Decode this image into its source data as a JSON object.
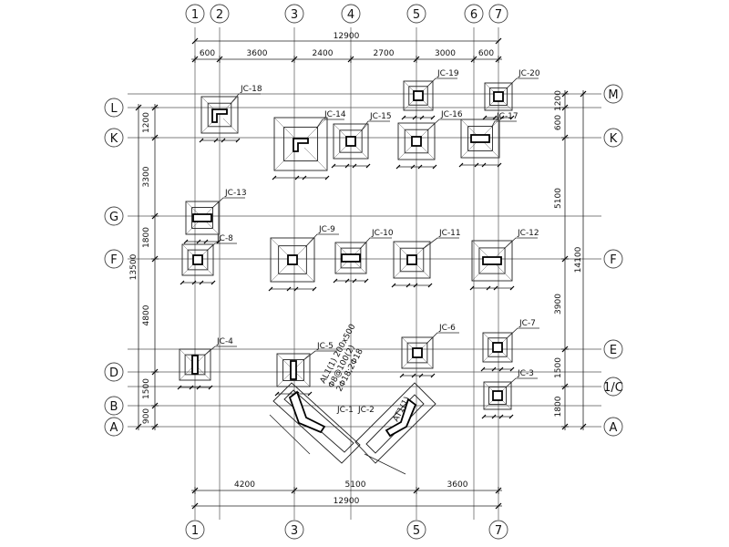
{
  "drawing": {
    "columns": [
      "1",
      "2",
      "3",
      "4",
      "5",
      "6",
      "7"
    ],
    "rows": [
      "M",
      "L",
      "K",
      "G",
      "F",
      "E",
      "D",
      "1/C",
      "B",
      "A"
    ],
    "top_total": "12900",
    "top_spans": [
      "600",
      "3600",
      "2400",
      "2700",
      "3000",
      "600"
    ],
    "bottom_spans": [
      "4200",
      "5100",
      "3600"
    ],
    "bottom_total": "12900",
    "left_spans": [
      "1200",
      "3300",
      "1800",
      "4800",
      "1500",
      "900"
    ],
    "left_total": "13500",
    "right_spans": [
      "1200",
      "600",
      "5100",
      "3900",
      "1500",
      "1800"
    ],
    "right_total": "14100",
    "beam_note": [
      "AL1(1) 200x500",
      "Φ8@100(2)",
      "2Φ18;2Φ18"
    ],
    "stair_label": "AT1(1)"
  },
  "footings": [
    {
      "id": "JC-1",
      "label": "JC-1"
    },
    {
      "id": "JC-2",
      "label": "JC-2"
    },
    {
      "id": "JC-3",
      "label": "JC-3"
    },
    {
      "id": "JC-4",
      "label": "JC-4"
    },
    {
      "id": "JC-5",
      "label": "JC-5"
    },
    {
      "id": "JC-6",
      "label": "JC-6"
    },
    {
      "id": "JC-7",
      "label": "JC-7"
    },
    {
      "id": "JC-8",
      "label": "JC-8"
    },
    {
      "id": "JC-9",
      "label": "JC-9"
    },
    {
      "id": "JC-10",
      "label": "JC-10"
    },
    {
      "id": "JC-11",
      "label": "JC-11"
    },
    {
      "id": "JC-12",
      "label": "JC-12"
    },
    {
      "id": "JC-13",
      "label": "JC-13"
    },
    {
      "id": "JC-14",
      "label": "JC-14"
    },
    {
      "id": "JC-15",
      "label": "JC-15"
    },
    {
      "id": "JC-16",
      "label": "JC-16"
    },
    {
      "id": "JC-17",
      "label": "JC-17"
    },
    {
      "id": "JC-18",
      "label": "JC-18"
    },
    {
      "id": "JC-19",
      "label": "JC-19"
    },
    {
      "id": "JC-20",
      "label": "JC-20"
    }
  ]
}
